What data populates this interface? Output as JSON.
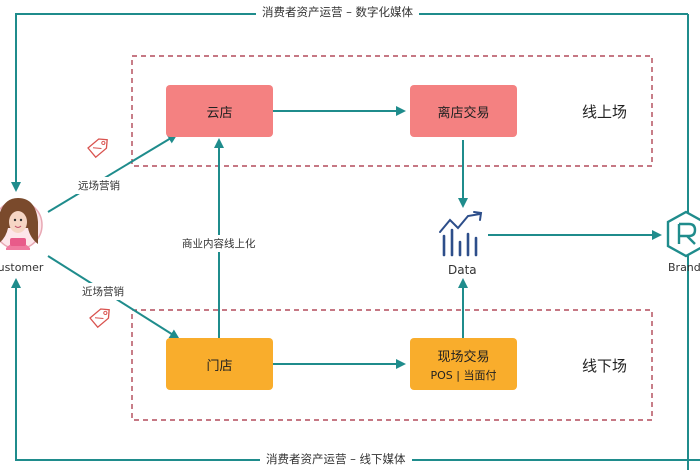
{
  "loop": {
    "top_label": "消费者资产运营 – 数字化媒体",
    "bottom_label": "消费者资产运营 – 线下媒体"
  },
  "zones": {
    "online": "线上场",
    "offline": "线下场"
  },
  "nodes": {
    "cloud_store": "云店",
    "offline_transaction_online": "离店交易",
    "store": "门店",
    "onsite_transaction": "现场交易",
    "onsite_transaction_sub": "POS | 当面付",
    "data": "Data",
    "customer": "Customer",
    "brand": "Brand"
  },
  "edges": {
    "remote_marketing": "远场营销",
    "nearby_marketing": "近场营销",
    "goods_online": "商业内容线上化"
  },
  "colors": {
    "teal": "#1f8c8c",
    "pink": "#f48181",
    "orange": "#f9ad2c",
    "dashed_border": "#a3283a",
    "chart_blue": "#2d4e8a"
  }
}
